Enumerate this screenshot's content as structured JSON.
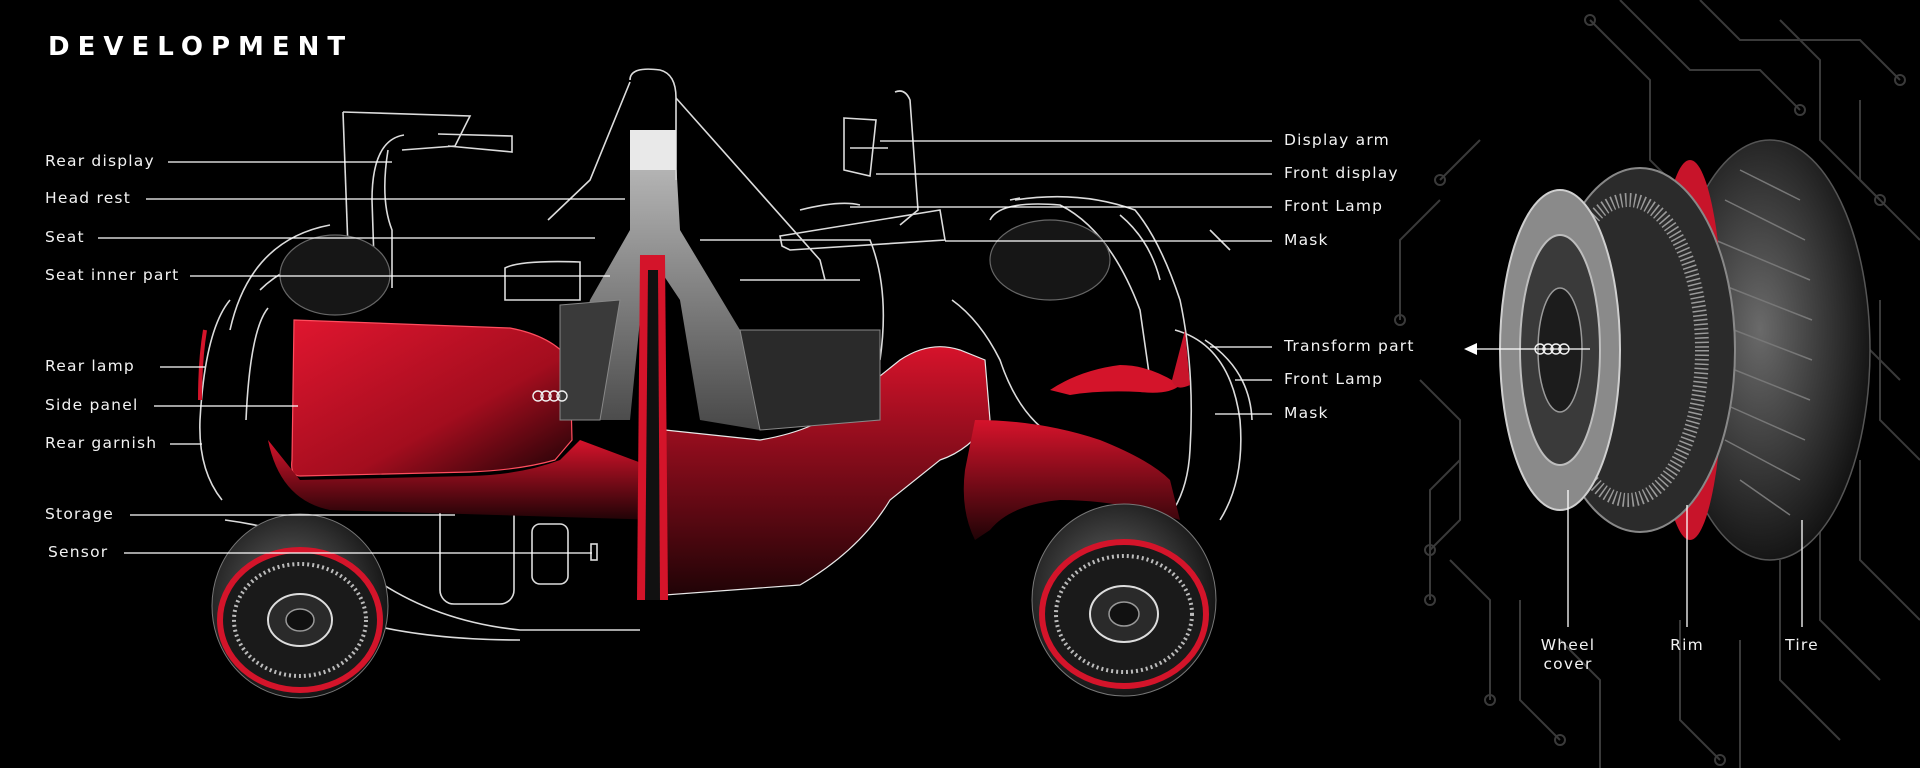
{
  "page": {
    "title": "Development"
  },
  "left_labels": [
    "Rear display",
    "Head rest",
    "Seat",
    "Seat inner part",
    "Rear lamp",
    "Side panel",
    "Rear garnish",
    "Storage",
    "Sensor"
  ],
  "right_labels": [
    "Display arm",
    "Front display",
    "Front Lamp",
    "Mask",
    "Transform part",
    "Front Lamp",
    "Mask"
  ],
  "wheel_labels": [
    "Wheel\ncover",
    "Rim",
    "Tire"
  ],
  "colors": {
    "background": "#000000",
    "accent_red": "#d4142a",
    "line": "#ffffff",
    "circuit": "#3a3a3a"
  },
  "icons": [
    "four-rings-logo-icon",
    "arrow-left-icon"
  ]
}
